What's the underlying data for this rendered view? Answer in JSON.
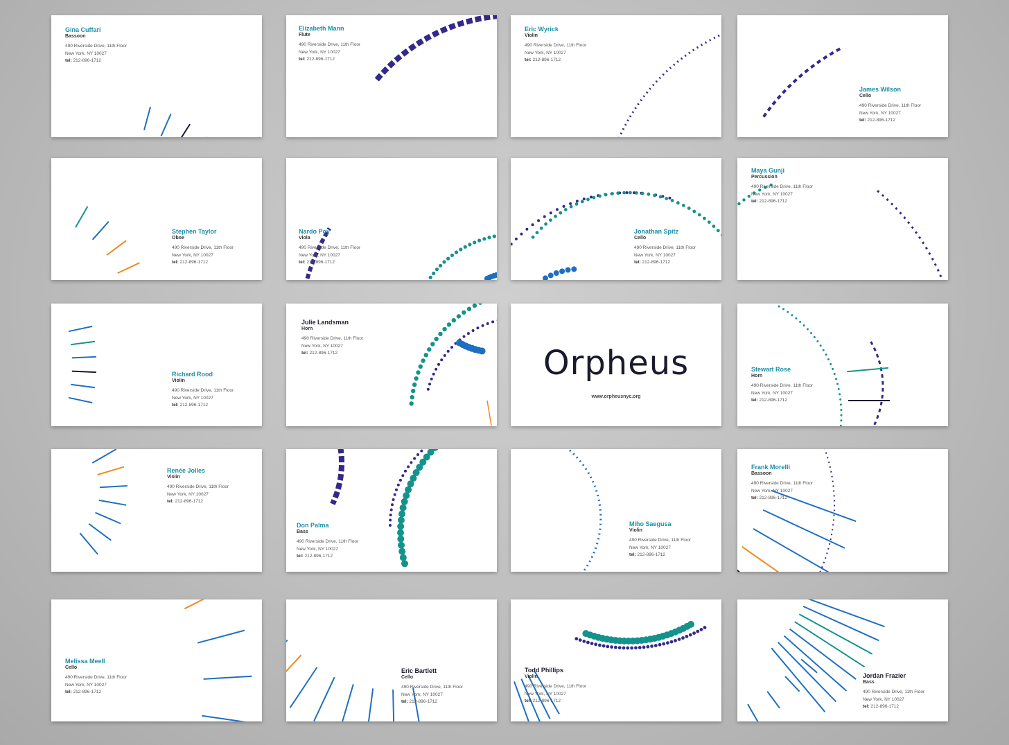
{
  "brand": {
    "logo": "Orpheus",
    "url": "www.orpheusnyc.org"
  },
  "address": {
    "line1": "490 Riverside Drive, 11th Floor",
    "line2": "New York, NY 10027",
    "tel_label": "tel:",
    "tel": "212-896-1712"
  },
  "colors": {
    "teal": "#1a8fa6",
    "green": "#13938b",
    "indigo": "#33298a",
    "blue": "#1f6fc1",
    "orange": "#f08a1c",
    "dark": "#1c1833"
  },
  "cards": [
    {
      "name": "Gina Cuffari",
      "instrument": "Bassoon"
    },
    {
      "name": "Elizabeth Mann",
      "instrument": "Flute"
    },
    {
      "name": "Eric Wyrick",
      "instrument": "Violin"
    },
    {
      "name": "James Wilson",
      "instrument": "Cello"
    },
    {
      "name": "Stephen Taylor",
      "instrument": "Oboe"
    },
    {
      "name": "Nardo Poy",
      "instrument": "Viola"
    },
    {
      "name": "Jonathan Spitz",
      "instrument": "Cello"
    },
    {
      "name": "Maya Gunji",
      "instrument": "Percussion"
    },
    {
      "name": "Richard Rood",
      "instrument": "Violin"
    },
    {
      "name": "Julie Landsman",
      "instrument": "Horn"
    },
    {
      "name": "",
      "instrument": ""
    },
    {
      "name": "Stewart Rose",
      "instrument": "Horn"
    },
    {
      "name": "Renée Jolles",
      "instrument": "Violin"
    },
    {
      "name": "Don Palma",
      "instrument": "Bass"
    },
    {
      "name": "Miho Saegusa",
      "instrument": "Violin"
    },
    {
      "name": "Frank Morelli",
      "instrument": "Bassoon"
    },
    {
      "name": "Melissa Meell",
      "instrument": "Cello"
    },
    {
      "name": "Eric Bartlett",
      "instrument": "Cello"
    },
    {
      "name": "Todd Phillips",
      "instrument": "Violin"
    },
    {
      "name": "Jordan Frazier",
      "instrument": "Bass"
    }
  ]
}
